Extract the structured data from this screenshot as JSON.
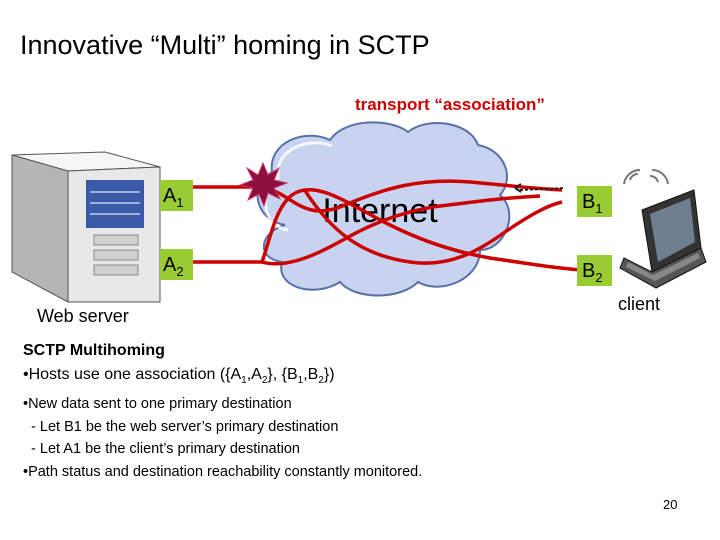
{
  "title": "Innovative “Multi” homing in SCTP",
  "association_label": "transport “association”",
  "diagram": {
    "cloud_label": "Internet",
    "server_ports": [
      {
        "base": "A",
        "sub": "1"
      },
      {
        "base": "A",
        "sub": "2"
      }
    ],
    "client_ports": [
      {
        "base": "B",
        "sub": "1"
      },
      {
        "base": "B",
        "sub": "2"
      }
    ],
    "web_server_label": "Web server",
    "client_label": "client",
    "colors": {
      "path": "#cc0000",
      "port_box": "#99cc33",
      "cloud": "#c8d4ef",
      "burst": "#8b0f3f",
      "server": "#e8e8e8"
    }
  },
  "notes": {
    "heading": "SCTP Multihoming",
    "line1_prefix": "•Hosts use one association ({A",
    "line1_s1": "1",
    "line1_mid1": ",A",
    "line1_s2": "2",
    "line1_mid2": "}, {B",
    "line1_s3": "1",
    "line1_mid3": ",B",
    "line1_s4": "2",
    "line1_end": "})",
    "bullets": [
      "•New data sent to one primary destination",
      "  - Let B1 be the web server’s primary destination",
      "  - Let A1 be the client’s primary destination",
      "•Path status and destination reachability constantly monitored."
    ]
  },
  "page_number": "20"
}
